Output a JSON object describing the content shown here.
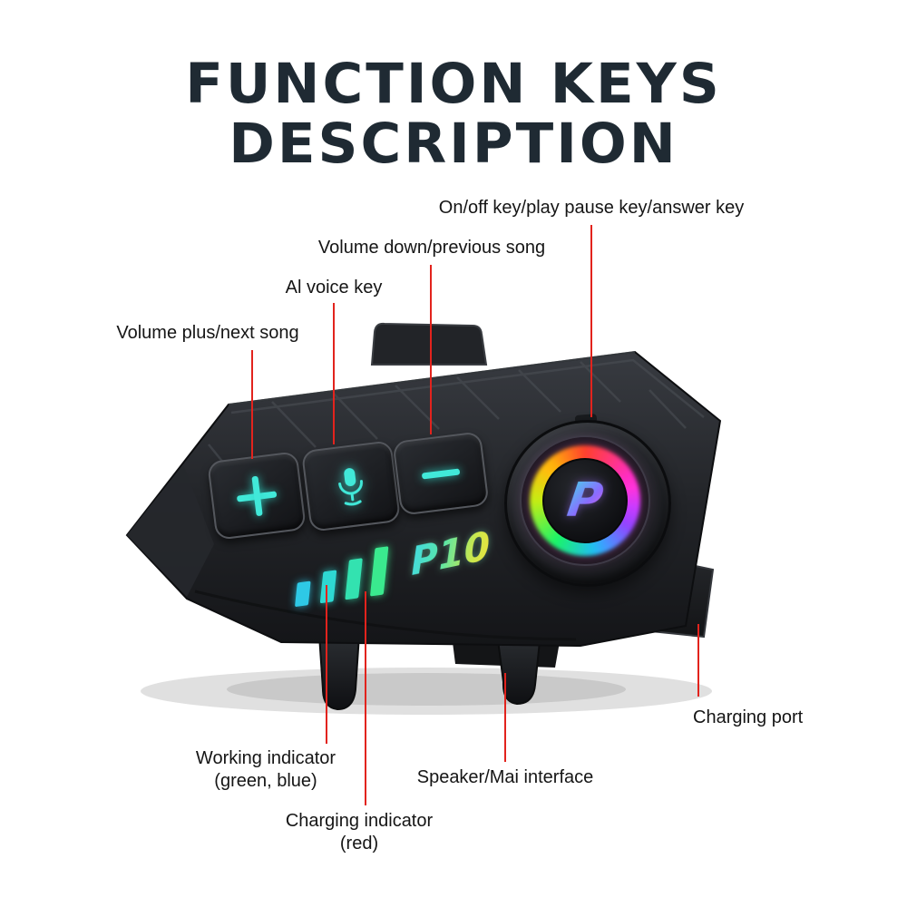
{
  "title": {
    "line1": "FUNCTION KEYS",
    "line2": "DESCRIPTION"
  },
  "callouts": {
    "power_key": "On/off key/play pause key/answer key",
    "volume_down": "Volume down/previous song",
    "ai_voice": "Al voice key",
    "volume_plus": "Volume plus/next song",
    "charging_port": "Charging port",
    "working_indicator": {
      "line1": "Working indicator",
      "line2": "(green, blue)"
    },
    "charging_indicator": {
      "line1": "Charging indicator",
      "line2": "(red)"
    },
    "speaker": "Speaker/Mai interface"
  },
  "device": {
    "model_logo": "P10",
    "button_logo": "P"
  },
  "colors": {
    "leader_line": "#e2231d",
    "title_text": "#1f2a33",
    "label_text": "#151515",
    "button_glyph": "#41e9d9",
    "indicator_cyan": "#2ec9e6",
    "indicator_green": "#3aea8e",
    "body_dark": "#1a1b1e"
  }
}
